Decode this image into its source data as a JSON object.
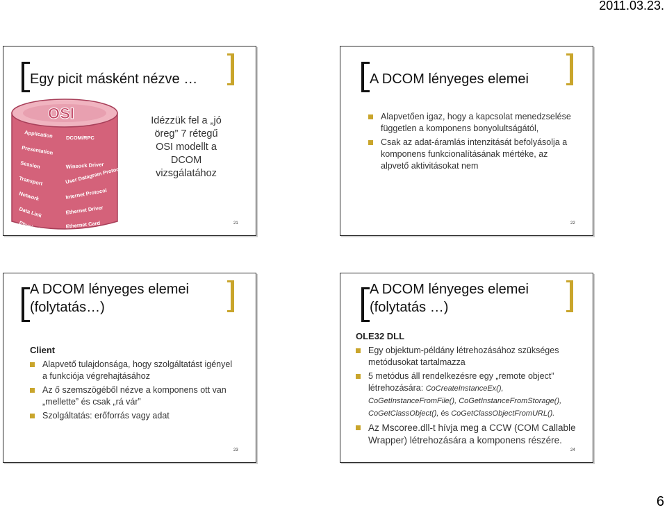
{
  "header": {
    "date": "2011.03.23."
  },
  "footer": {
    "page_number": "6"
  },
  "slides": [
    {
      "number": "21",
      "title": "Egy picit másként nézve …",
      "text": "Idézzük fel a „jó öreg” 7 rétegű OSI modellt a DCOM vizsgálatához",
      "osi": {
        "label": "OSI",
        "layers": [
          "Application",
          "Presentation",
          "Session",
          "Transport",
          "Network",
          "Data Link",
          "Physical"
        ],
        "protocols": [
          "DCOM/RPC",
          "Winsock Driver",
          "User Datagram Protocol",
          "Internet Protocol",
          "Ethernet Driver",
          "Ethernet Card"
        ],
        "colors": {
          "body": "#d4627a",
          "top": "#f0b4c0",
          "text": "#ffffff"
        }
      }
    },
    {
      "number": "22",
      "title": "A DCOM lényeges elemei",
      "bullets": [
        "Alapvetően igaz, hogy a kapcsolat menedzselése független a komponens bonyolultságától,",
        "Csak az adat-áramlás intenzitását befolyásolja a komponens funkcionalításának mértéke, az alpvető aktivitásokat nem"
      ]
    },
    {
      "number": "23",
      "title_line1": "A DCOM lényeges elemei",
      "title_line2": "(folytatás…)",
      "heading": "Client",
      "bullets": [
        "Alapvető tulajdonsága, hogy szolgáltatást igényel a funkciója végrehajtásához",
        "Az ő szemszögéből nézve a komponens ott van „mellette” és csak „rá vár”",
        "Szolgáltatás: erőforrás vagy adat"
      ]
    },
    {
      "number": "24",
      "title_line1": "A DCOM lényeges elemei",
      "title_line2": "(folytatás …)",
      "heading": "OLE32 DLL",
      "bullet1": "Egy objektum-példány létrehozásához szükséges metódusokat tartalmazza",
      "bullet2_a": "5 metódus áll rendelkezésre egy „remote object” létrehozására: ",
      "bullet2_b": "CoCreateInstanceEx(), CoGetInstanceFromFile(), CoGetInstanceFromStorage(), CoGetClassObject(), ",
      "bullet2_c": "és ",
      "bullet2_d": "CoGetClassObjectFromURL().",
      "bullet3": "Az Mscoree.dll-t hívja meg a CCW (COM Callable Wrapper) létrehozására a komponens részére."
    }
  ]
}
